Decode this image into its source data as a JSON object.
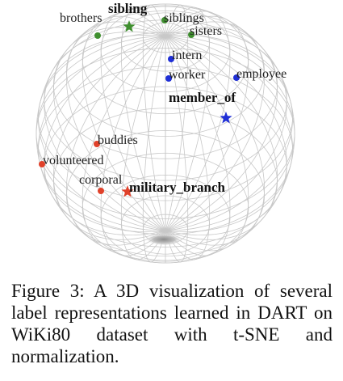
{
  "figure": {
    "colors": {
      "sphere_lines": "#c8c8c8",
      "group_sibling": "#3f8f2f",
      "group_member_of": "#1f2fd6",
      "group_military_branch": "#e0412a"
    },
    "labels": {
      "brothers": "brothers",
      "sibling": "sibling",
      "siblings": "siblings",
      "sisters": "sisters",
      "intern": "intern",
      "worker": "worker",
      "employee": "employee",
      "member_of": "member_of",
      "buddies": "buddies",
      "volunteered": "volunteered",
      "corporal": "corporal",
      "military_branch": "military_branch"
    },
    "markers": {
      "dot": "circle",
      "prototype": "star"
    }
  },
  "caption": "Figure 3: A 3D visualization of several label representations learned in DART on WiKi80 dataset with t-SNE and normalization."
}
